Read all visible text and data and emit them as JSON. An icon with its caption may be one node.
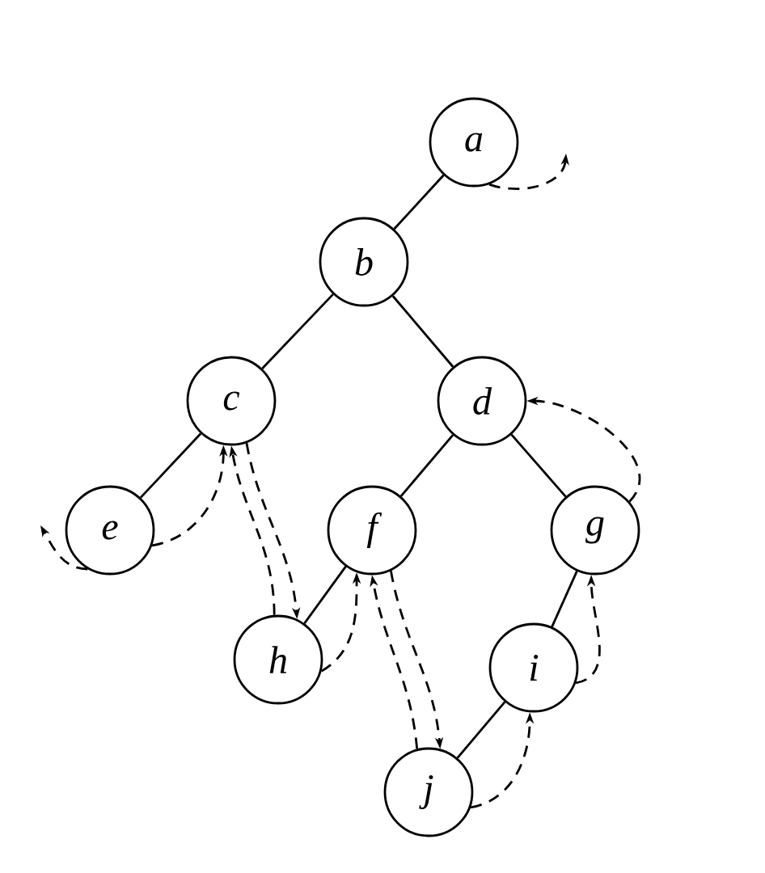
{
  "diagram": {
    "nodes": [
      {
        "text": [
          "a"
        ]
      },
      {
        "text": [
          "b"
        ]
      },
      {
        "text": [
          "c"
        ]
      },
      {
        "text": [
          "d"
        ]
      },
      {
        "text": [
          "e"
        ]
      },
      {
        "text": [
          "f"
        ]
      },
      {
        "text": [
          "g"
        ]
      },
      {
        "text": [
          "h"
        ]
      },
      {
        "text": [
          "i"
        ]
      },
      {
        "text": [
          "j"
        ]
      }
    ],
    "edges": [
      {
        "from": 0,
        "to": 1,
        "arrow": "none"
      },
      {
        "from": 1,
        "to": 2,
        "arrow": "none"
      },
      {
        "from": 1,
        "to": 3,
        "arrow": "none"
      },
      {
        "from": 2,
        "to": 4,
        "arrow": "none"
      },
      {
        "from": 3,
        "to": 5,
        "arrow": "none"
      },
      {
        "from": 3,
        "to": 6,
        "arrow": "none"
      },
      {
        "from": 5,
        "to": 7,
        "arrow": "none"
      },
      {
        "from": 6,
        "to": 8,
        "arrow": "none"
      },
      {
        "from": 8,
        "to": 9,
        "arrow": "none"
      },
      {
        "from": 0,
        "to": null,
        "arrow": "to",
        "style": "dashed"
      },
      {
        "from": 4,
        "to": null,
        "arrow": "to",
        "style": "dashed"
      },
      {
        "from": 4,
        "to": 2,
        "arrow": "to",
        "style": "dashed"
      },
      {
        "from": 7,
        "to": 2,
        "arrow": "to",
        "style": "dashed"
      },
      {
        "from": 2,
        "to": 7,
        "arrow": "to",
        "style": "dashed"
      },
      {
        "from": 7,
        "to": 5,
        "arrow": "to",
        "style": "dashed"
      },
      {
        "from": 9,
        "to": 5,
        "arrow": "to",
        "style": "dashed"
      },
      {
        "from": 5,
        "to": 9,
        "arrow": "to",
        "style": "dashed"
      },
      {
        "from": 9,
        "to": 8,
        "arrow": "to",
        "style": "dashed"
      },
      {
        "from": 8,
        "to": 6,
        "arrow": "to",
        "style": "dashed"
      },
      {
        "from": 6,
        "to": 3,
        "arrow": "to",
        "style": "dashed"
      }
    ]
  }
}
